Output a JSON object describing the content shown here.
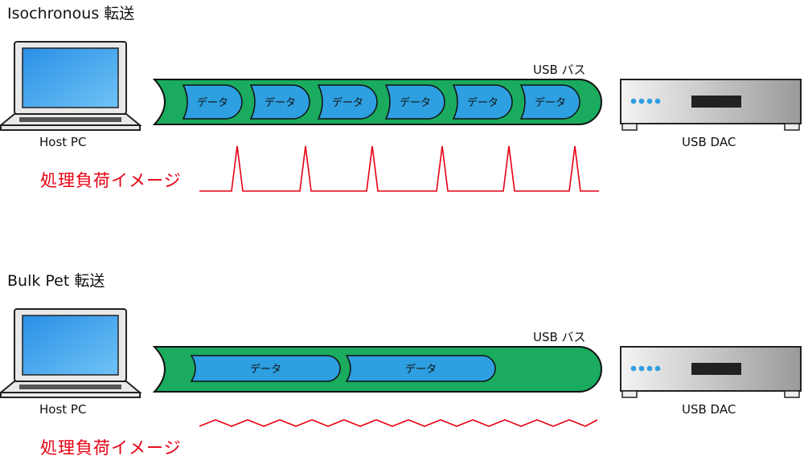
{
  "sections": [
    {
      "id": "iso",
      "title": "Isochronous 転送",
      "host_label": "Host PC",
      "device_label": "USB DAC",
      "bus_label": "USB バス",
      "load_label": "処理負荷イメージ",
      "packet_label": "データ",
      "packet_count": 6,
      "load_pattern": "spikes"
    },
    {
      "id": "bulk",
      "title": "Bulk Pet 転送",
      "host_label": "Host PC",
      "device_label": "USB DAC",
      "bus_label": "USB バス",
      "load_label": "処理負荷イメージ",
      "packet_label": "データ",
      "packet_count": 2,
      "load_pattern": "low-zigzag"
    }
  ],
  "colors": {
    "bus": "#1aab5e",
    "packet": "#2e9fe0",
    "load": "#e60012",
    "text": "#111111"
  },
  "icons": {
    "host": "laptop-icon",
    "device": "dac-box-icon"
  }
}
